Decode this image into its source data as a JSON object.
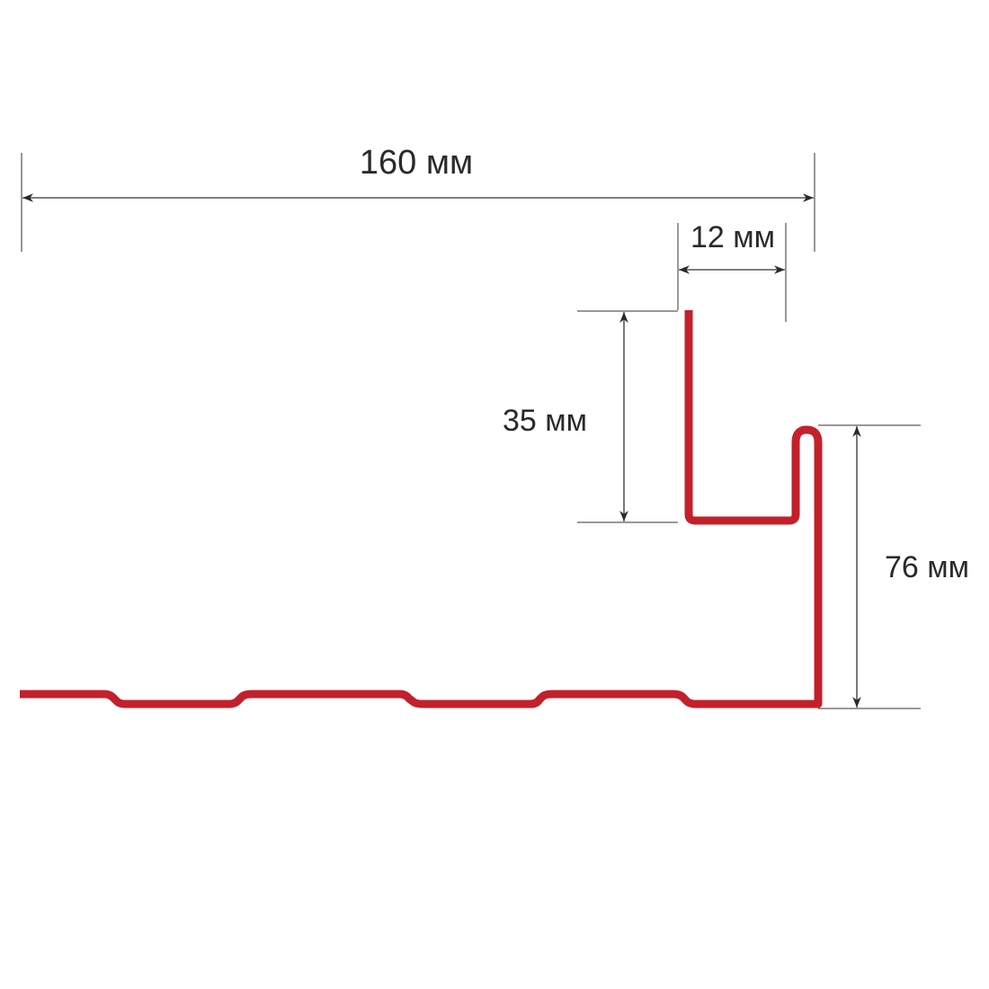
{
  "title": "Profile cross-section dimensions",
  "colors": {
    "profile": "#c3202b",
    "dimension": "#333333"
  },
  "dimensions": {
    "total_width": "160 мм",
    "hook_width": "12 мм",
    "hook_height": "35 мм",
    "total_height": "76 мм"
  }
}
